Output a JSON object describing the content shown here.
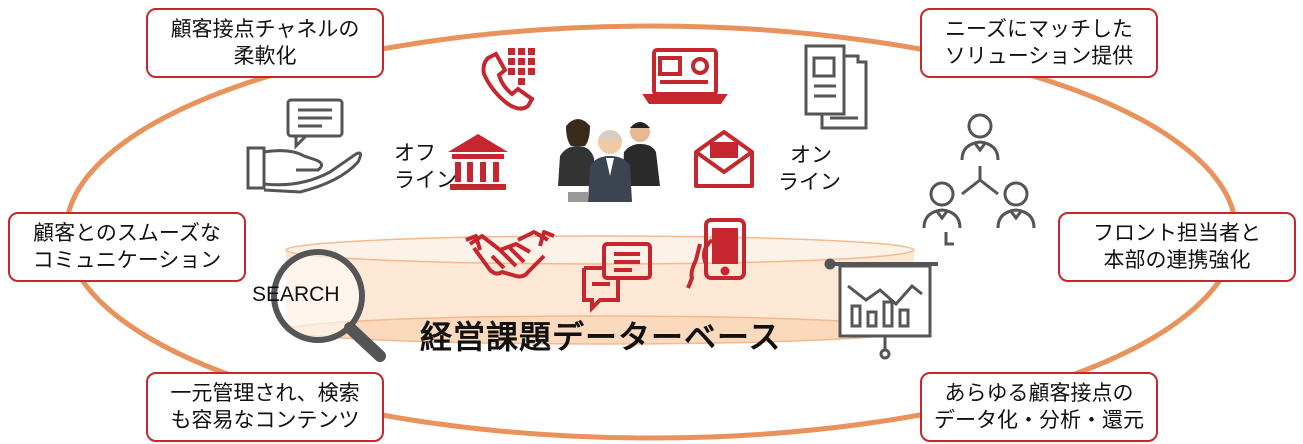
{
  "diagram": {
    "colors": {
      "accent": "#c6262d",
      "ring": "#e9925c",
      "db_fill": "#fde8d6",
      "icon_gray": "#555555"
    },
    "center_title": "経営課題データーベース",
    "search_label": "SEARCH",
    "offline": {
      "line1": "オフ",
      "line2": "ライン"
    },
    "online": {
      "line1": "オン",
      "line2": "ライン"
    },
    "callouts": {
      "top_left": {
        "line1": "顧客接点チャネルの",
        "line2": "柔軟化"
      },
      "top_right": {
        "line1": "ニーズにマッチした",
        "line2": "ソリューション提供"
      },
      "mid_left": {
        "line1": "顧客とのスムーズな",
        "line2": "コミュニケーション"
      },
      "mid_right": {
        "line1": "フロント担当者と",
        "line2": "本部の連携強化"
      },
      "bottom_left": {
        "line1": "一元管理され、検索",
        "line2": "も容易なコンテンツ"
      },
      "bottom_right": {
        "line1": "あらゆる顧客接点の",
        "line2": "データ化・分析・還元"
      }
    },
    "icons": [
      "phone-keypad-icon",
      "id-card-laptop-icon",
      "documents-icon",
      "chat-hand-icon",
      "bank-icon",
      "business-team-icon",
      "mail-icon",
      "org-chart-icon",
      "handshake-icon",
      "chat-bubbles-icon",
      "smartphone-icon",
      "magnifier-icon",
      "presentation-chart-icon"
    ]
  }
}
